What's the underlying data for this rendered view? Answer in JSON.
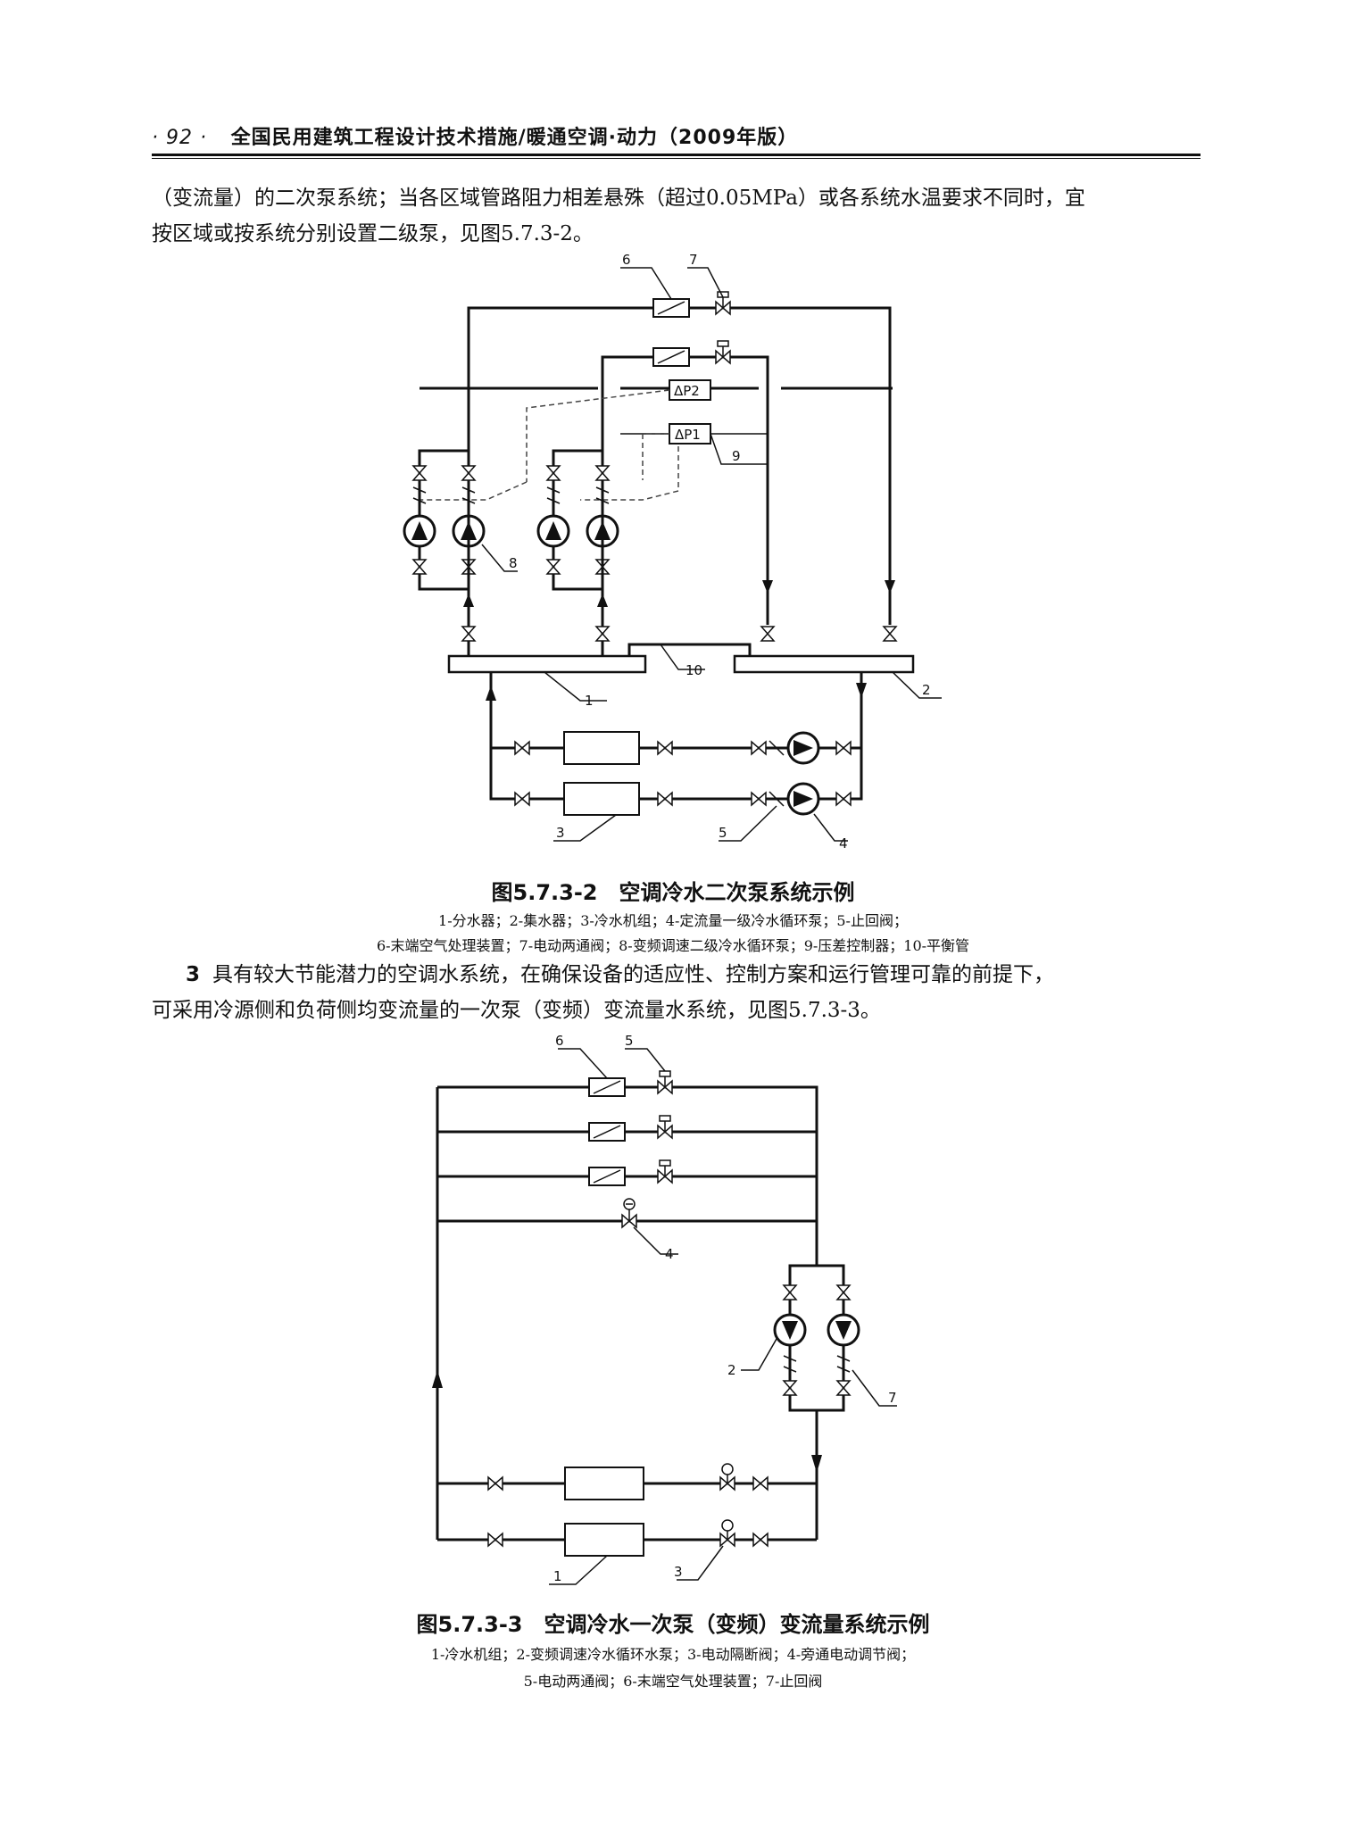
{
  "header": {
    "page_number": "· 92 ·",
    "book_title": "全国民用建筑工程设计技术措施/暖通空调·动力（2009年版）"
  },
  "para1": {
    "line1": "（变流量）的二次泵系统；当各区域管路阻力相差悬殊（超过0.05MPa）或各系统水温要求不同时，宜",
    "line2": "按区域或按系统分别设置二级泵，见图5.7.3-2。"
  },
  "figure1": {
    "caption": "图5.7.3-2　空调冷水二次泵系统示例",
    "legend_line1": "1-分水器；2-集水器；3-冷水机组；4-定流量一级冷水循环泵；5-止回阀；",
    "legend_line2": "6-末端空气处理装置；7-电动两通阀；8-变频调速二级冷水循环泵；9-压差控制器；10-平衡管",
    "labels": [
      "1",
      "2",
      "3",
      "4",
      "5",
      "6",
      "7",
      "8",
      "9",
      "10"
    ],
    "dp_labels": [
      "ΔP2",
      "ΔP1"
    ]
  },
  "para2": {
    "number": "3",
    "line1": "具有较大节能潜力的空调水系统，在确保设备的适应性、控制方案和运行管理可靠的前提下，",
    "line2": "可采用冷源侧和负荷侧均变流量的一次泵（变频）变流量水系统，见图5.7.3-3。"
  },
  "figure2": {
    "caption": "图5.7.3-3　空调冷水一次泵（变频）变流量系统示例",
    "legend_line1": "1-冷水机组；2-变频调速冷水循环水泵；3-电动隔断阀；4-旁通电动调节阀；",
    "legend_line2": "5-电动两通阀；6-末端空气处理装置；7-止回阀",
    "labels": [
      "1",
      "2",
      "3",
      "4",
      "5",
      "6",
      "7"
    ]
  }
}
